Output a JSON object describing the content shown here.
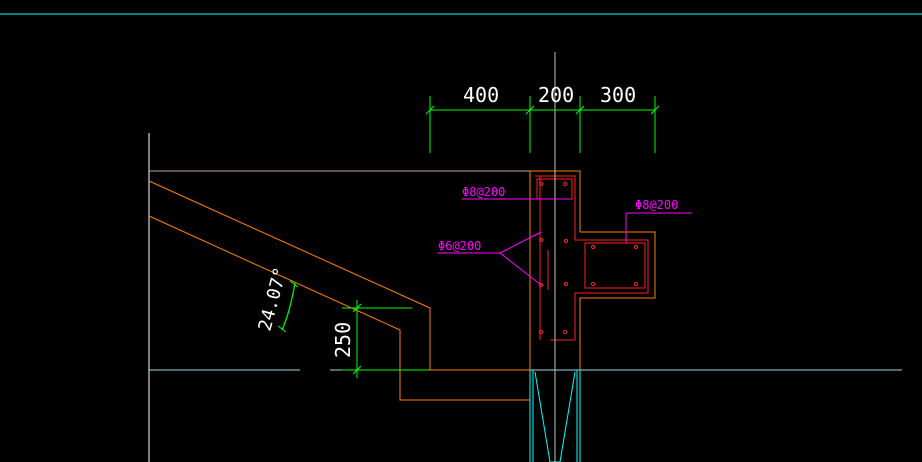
{
  "dimensions": {
    "top_left": "400",
    "top_mid": "200",
    "top_right": "300",
    "vertical": "250"
  },
  "rebar": {
    "top_label": "Φ8@200",
    "right_label": "Φ8@200",
    "mid_label": "Φ6@200"
  },
  "angle": {
    "label": "24.07°"
  },
  "colors": {
    "background": "#000000",
    "dimension": "#00ff00",
    "concrete": "#ff8000",
    "rebar_red": "#ff2020",
    "annotation": "#ff00ff",
    "reference": "#00ffff",
    "axis": "#ffffff",
    "grid_line": "#c0a0c0"
  }
}
